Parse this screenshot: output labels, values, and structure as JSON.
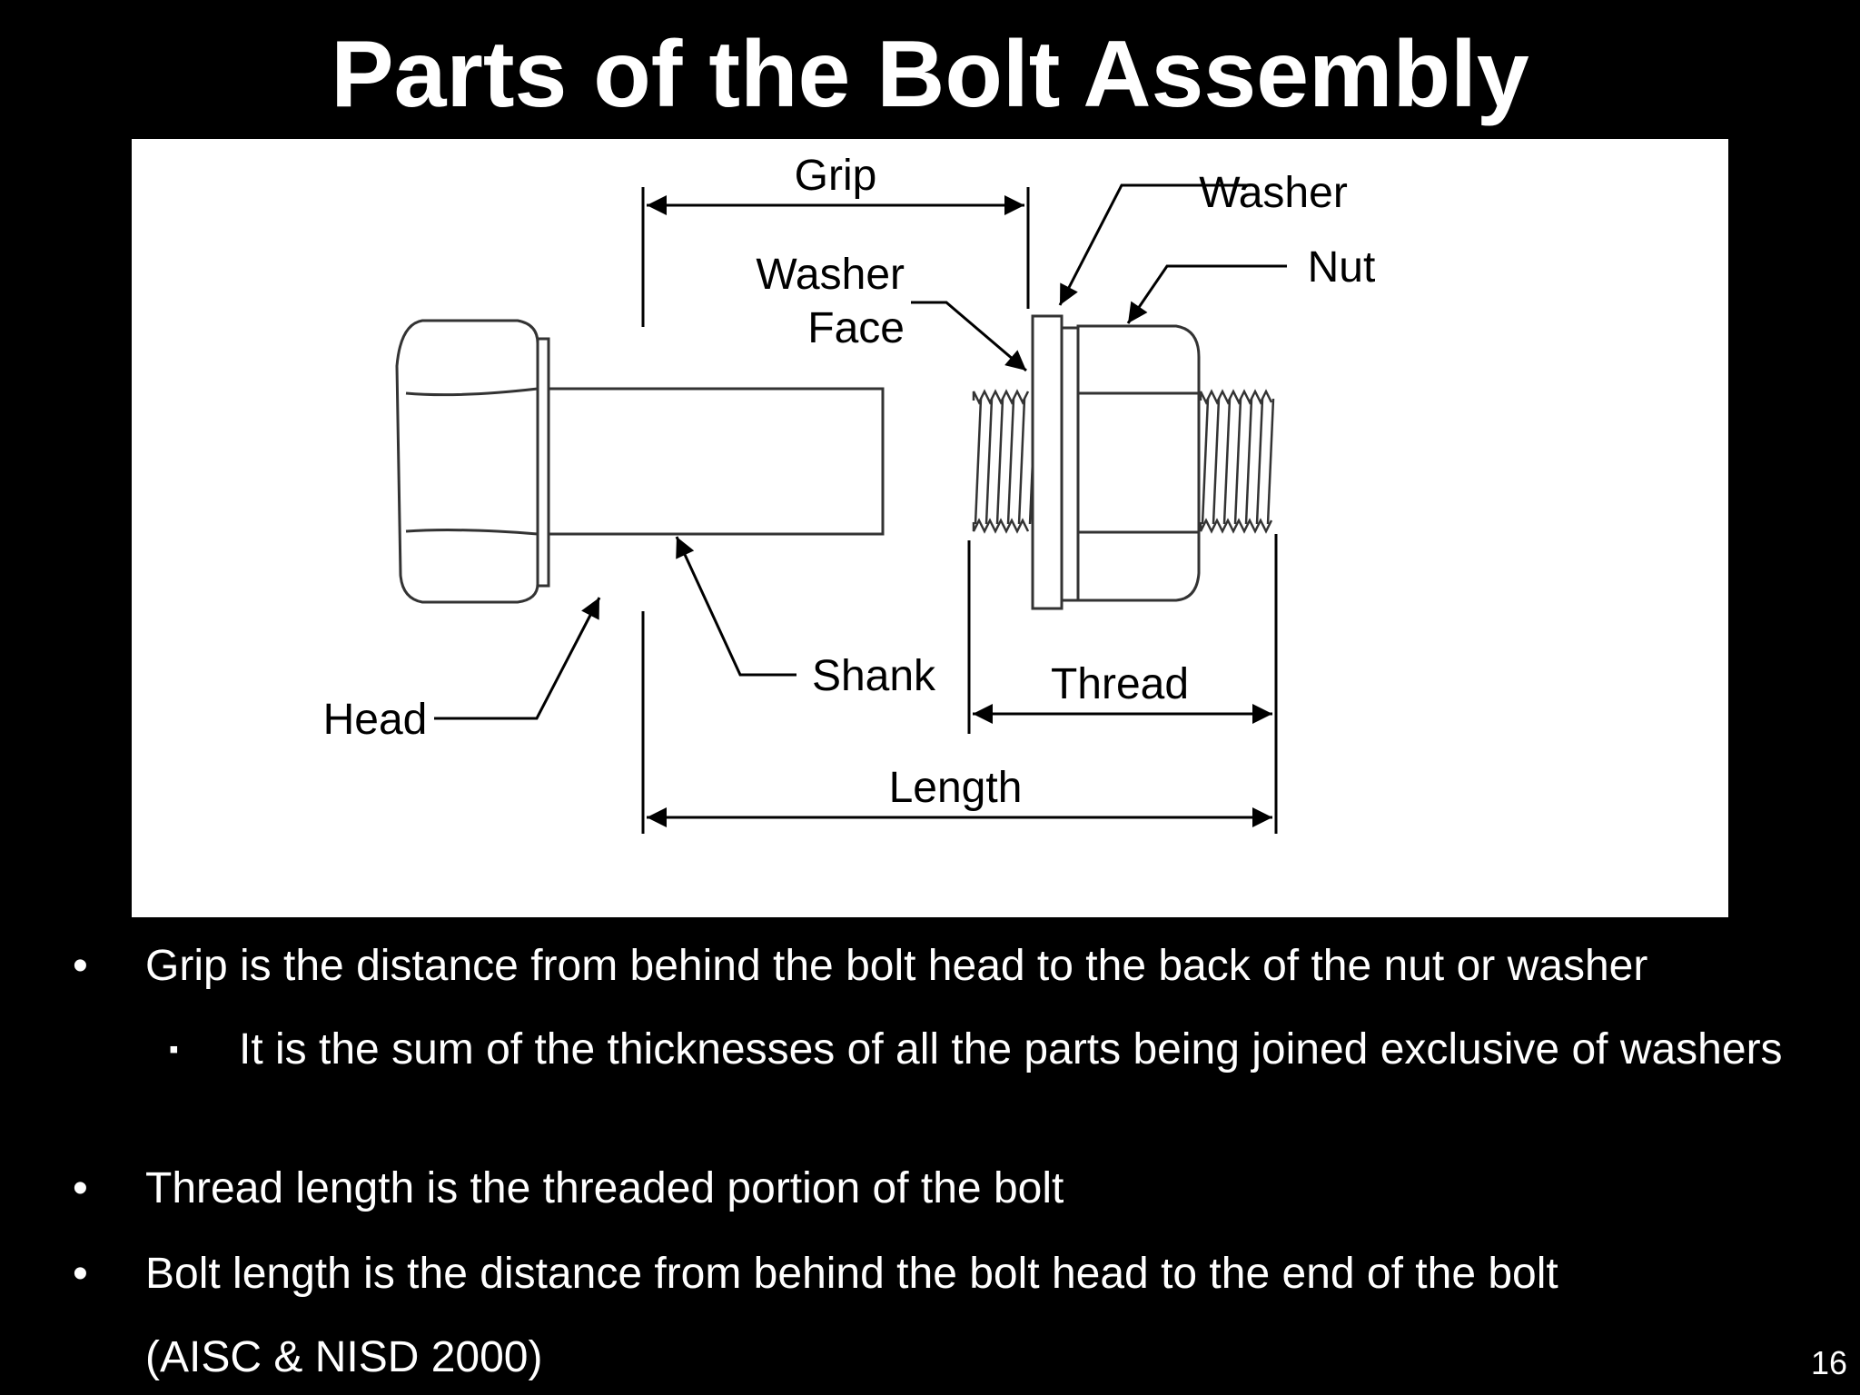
{
  "title": "Parts of the Bolt Assembly",
  "diagram": {
    "labels": {
      "grip": "Grip",
      "washer": "Washer",
      "nut": "Nut",
      "washer_face_line1": "Washer",
      "washer_face_line2": "Face",
      "head": "Head",
      "shank": "Shank",
      "thread": "Thread",
      "length": "Length"
    }
  },
  "bullets": [
    {
      "marker": "•",
      "text": "Grip is the distance from behind the bolt head to the back of the nut or washer",
      "sub": {
        "marker": "▪",
        "text": "It is the sum of the thicknesses of all the parts being joined exclusive of washers"
      }
    },
    {
      "marker": "•",
      "text": "Thread length is the threaded portion of the bolt"
    },
    {
      "marker": "•",
      "text": "Bolt length is the distance from behind the bolt head to the end of the bolt"
    }
  ],
  "citation": "(AISC & NISD 2000)",
  "page_number": "16",
  "colors": {
    "background": "#000000",
    "text": "#ffffff",
    "panel": "#ffffff",
    "ink": "#000000"
  }
}
